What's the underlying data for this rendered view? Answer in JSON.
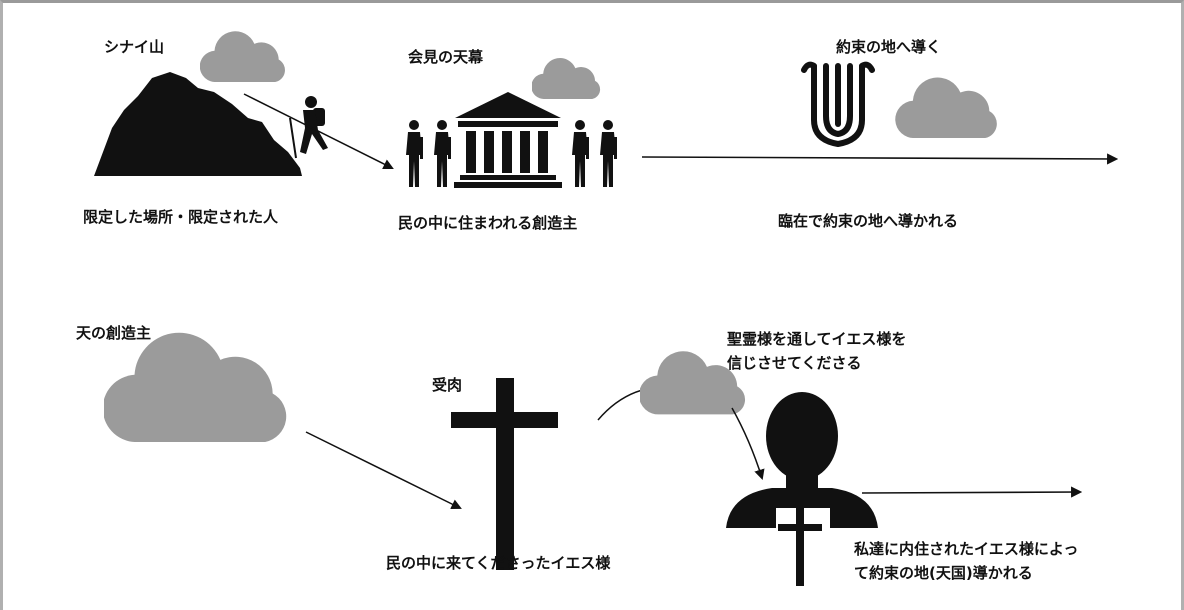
{
  "labels": {
    "sinai": "シナイ山",
    "sinai_caption": "限定した場所・限定された人",
    "tabernacle": "会見の天幕",
    "tabernacle_caption": "民の中に住まわれる創造主",
    "promised_land": "約束の地へ導く",
    "promised_land_caption": "臨在で約束の地へ導かれる",
    "heaven_creator": "天の創造主",
    "incarnation": "受肉",
    "incarnation_caption": "民の中に来てくださったイエス様",
    "holy_spirit_line1": "聖霊様を通してイエス様を",
    "holy_spirit_line2": "信じさせてくださる",
    "indwelling_line1": "私達に内住されたイエス様によっ",
    "indwelling_line2": "て約束の地(天国)導かれる"
  },
  "colors": {
    "cloud": "#9b9b9b",
    "ink": "#111111",
    "frame": "#b0b0b0"
  },
  "icons": [
    "cloud-icon",
    "mountain-icon",
    "hiker-icon",
    "temple-icon",
    "person-silhouette-icon",
    "tribe-emblem-icon",
    "cross-icon",
    "person-bust-icon"
  ]
}
